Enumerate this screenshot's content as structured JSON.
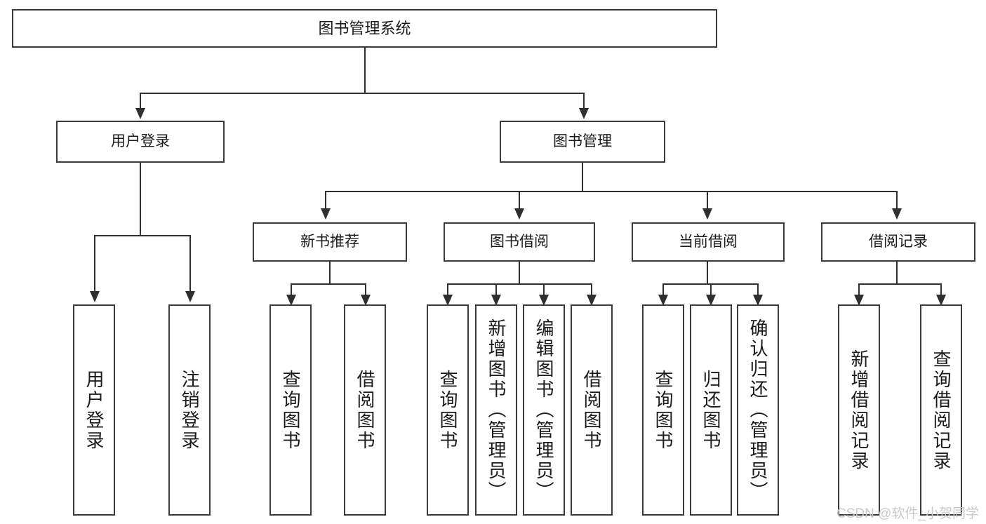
{
  "diagram": {
    "title": "图书管理系统",
    "watermark": "CSDN @软件_小贺同学",
    "colors": {
      "background": "#ffffff",
      "box_border": "#3a3a3a",
      "connector": "#2f2f2f",
      "text": "#1b1b1b",
      "watermark": "#c9c9c9"
    }
  },
  "nodes": {
    "root": {
      "label": "图书管理系统"
    },
    "level1": [
      {
        "label": "用户登录"
      },
      {
        "label": "图书管理"
      }
    ],
    "level2": [
      {
        "label": "新书推荐"
      },
      {
        "label": "图书借阅"
      },
      {
        "label": "当前借阅"
      },
      {
        "label": "借阅记录"
      }
    ],
    "leaves_user_login": [
      {
        "label": "用户登录"
      },
      {
        "label": "注销登录"
      }
    ],
    "leaves_new_book": [
      {
        "label": "查询图书"
      },
      {
        "label": "借阅图书"
      }
    ],
    "leaves_borrow": [
      {
        "label": "查询图书"
      },
      {
        "label": "新增图书（管理员）"
      },
      {
        "label": "编辑图书（管理员）"
      },
      {
        "label": "借阅图书"
      }
    ],
    "leaves_current": [
      {
        "label": "查询图书"
      },
      {
        "label": "归还图书"
      },
      {
        "label": "确认归还（管理员）"
      }
    ],
    "leaves_records": [
      {
        "label": "新增借阅记录"
      },
      {
        "label": "查询借阅记录"
      }
    ]
  }
}
